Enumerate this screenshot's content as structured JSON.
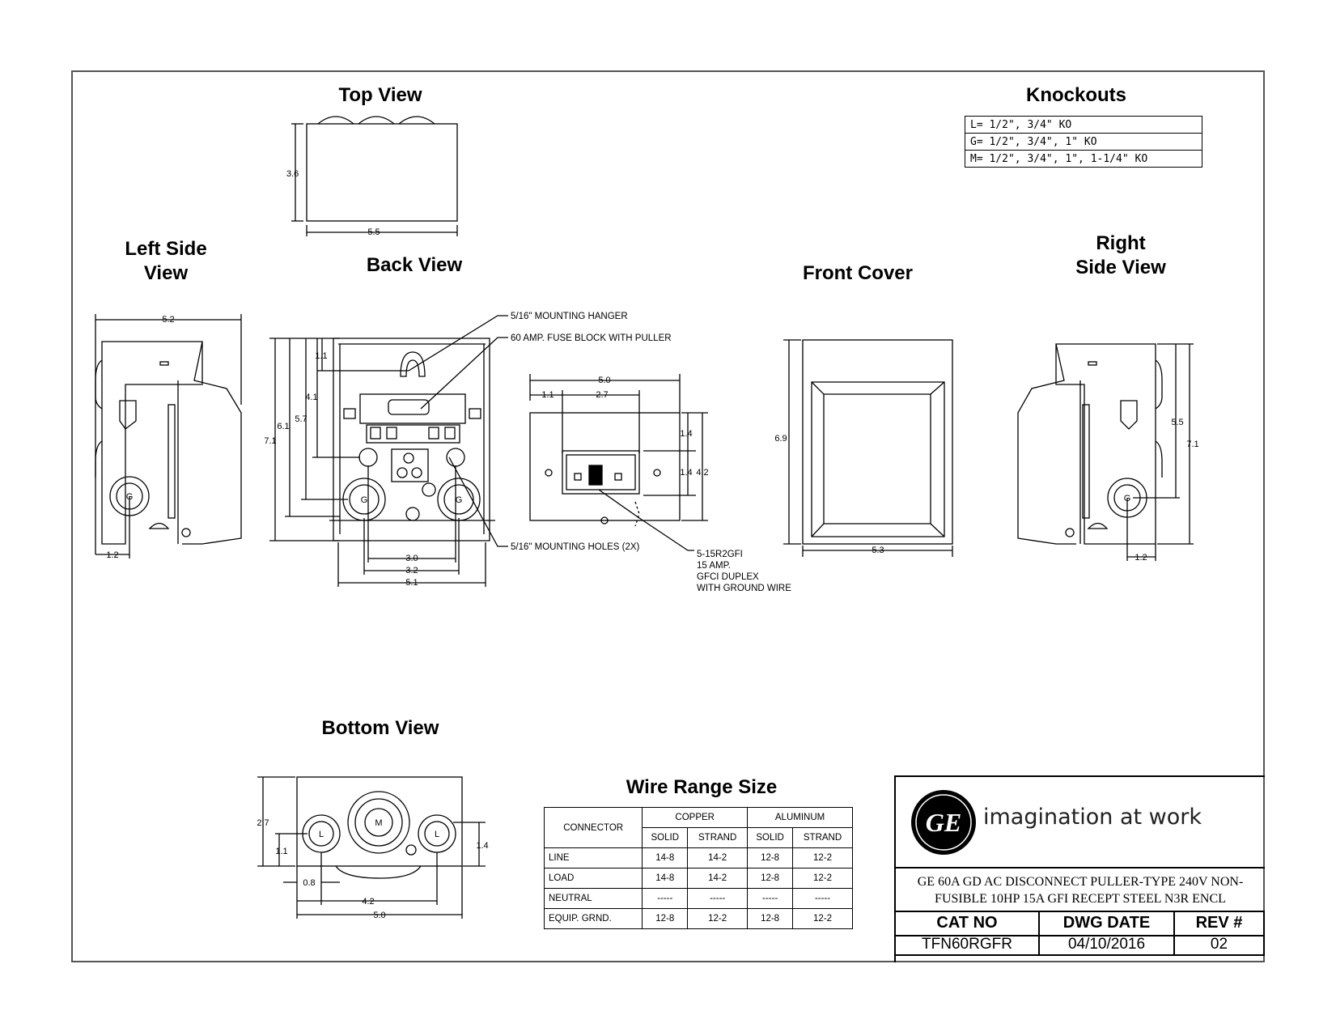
{
  "views": {
    "top": "Top View",
    "knockouts": "Knockouts",
    "left_side": "Left Side\nView",
    "back": "Back View",
    "front_cover": "Front Cover",
    "right_side": "Right\nSide View",
    "bottom": "Bottom View",
    "wire_range": "Wire Range Size"
  },
  "knockouts": [
    "L= 1/2\", 3/4\" KO",
    "G= 1/2\", 3/4\", 1\" KO",
    "M= 1/2\", 3/4\", 1\", 1-1/4\" KO"
  ],
  "dims": {
    "top_h": "3.6",
    "top_w": "5.5",
    "left_w": "5.2",
    "left_b": "1.2",
    "back_11": "1.1",
    "back_41": "4.1",
    "back_57": "5.7",
    "back_61": "6.1",
    "back_71": "7.1",
    "back_30": "3.0",
    "back_32": "3.2",
    "back_51": "5.1",
    "rec_50": "5.0",
    "rec_11": "1.1",
    "rec_27": "2.7",
    "rec_14a": "1.4",
    "rec_14b": "1.4",
    "rec_42": "4.2",
    "front_69": "6.9",
    "front_53": "5.3",
    "right_55": "5.5",
    "right_71": "7.1",
    "right_12": "1.2",
    "bot_27": "2.7",
    "bot_11": "1.1",
    "bot_14": "1.4",
    "bot_08": "0.8",
    "bot_42": "4.2",
    "bot_50": "5.0"
  },
  "callouts": {
    "hanger": "5/16\" MOUNTING HANGER",
    "fuse_block": "60 AMP. FUSE BLOCK WITH PULLER",
    "holes": "5/16\" MOUNTING HOLES (2X)",
    "gfci_1": "5-15R2GFI",
    "gfci_2": "15 AMP.",
    "gfci_3": "GFCI DUPLEX",
    "gfci_4": "WITH GROUND WIRE"
  },
  "ko_letters": {
    "g": "G",
    "l": "L",
    "m": "M"
  },
  "wire_table": {
    "h_connector": "CONNECTOR",
    "h_copper": "COPPER",
    "h_aluminum": "ALUMINUM",
    "h_solid": "SOLID",
    "h_strand": "STRAND",
    "rows": [
      {
        "name": "LINE",
        "cs": "14-8",
        "cst": "14-2",
        "as": "12-8",
        "ast": "12-2"
      },
      {
        "name": "LOAD",
        "cs": "14-8",
        "cst": "14-2",
        "as": "12-8",
        "ast": "12-2"
      },
      {
        "name": "NEUTRAL",
        "cs": "-----",
        "cst": "-----",
        "as": "-----",
        "ast": "-----"
      },
      {
        "name": "EQUIP. GRND.",
        "cs": "12-8",
        "cst": "12-2",
        "as": "12-8",
        "ast": "12-2"
      }
    ]
  },
  "title_block": {
    "logo_text": "GE",
    "tagline": "imagination at work",
    "description": "GE 60A GD AC DISCONNECT PULLER-TYPE 240V NON-FUSIBLE 10HP 15A GFI RECEPT STEEL N3R ENCL",
    "cat_no_label": "CAT NO",
    "dwg_date_label": "DWG DATE",
    "rev_label": "REV #",
    "cat_no": "TFN60RGFR",
    "dwg_date": "04/10/2016",
    "rev": "02"
  }
}
